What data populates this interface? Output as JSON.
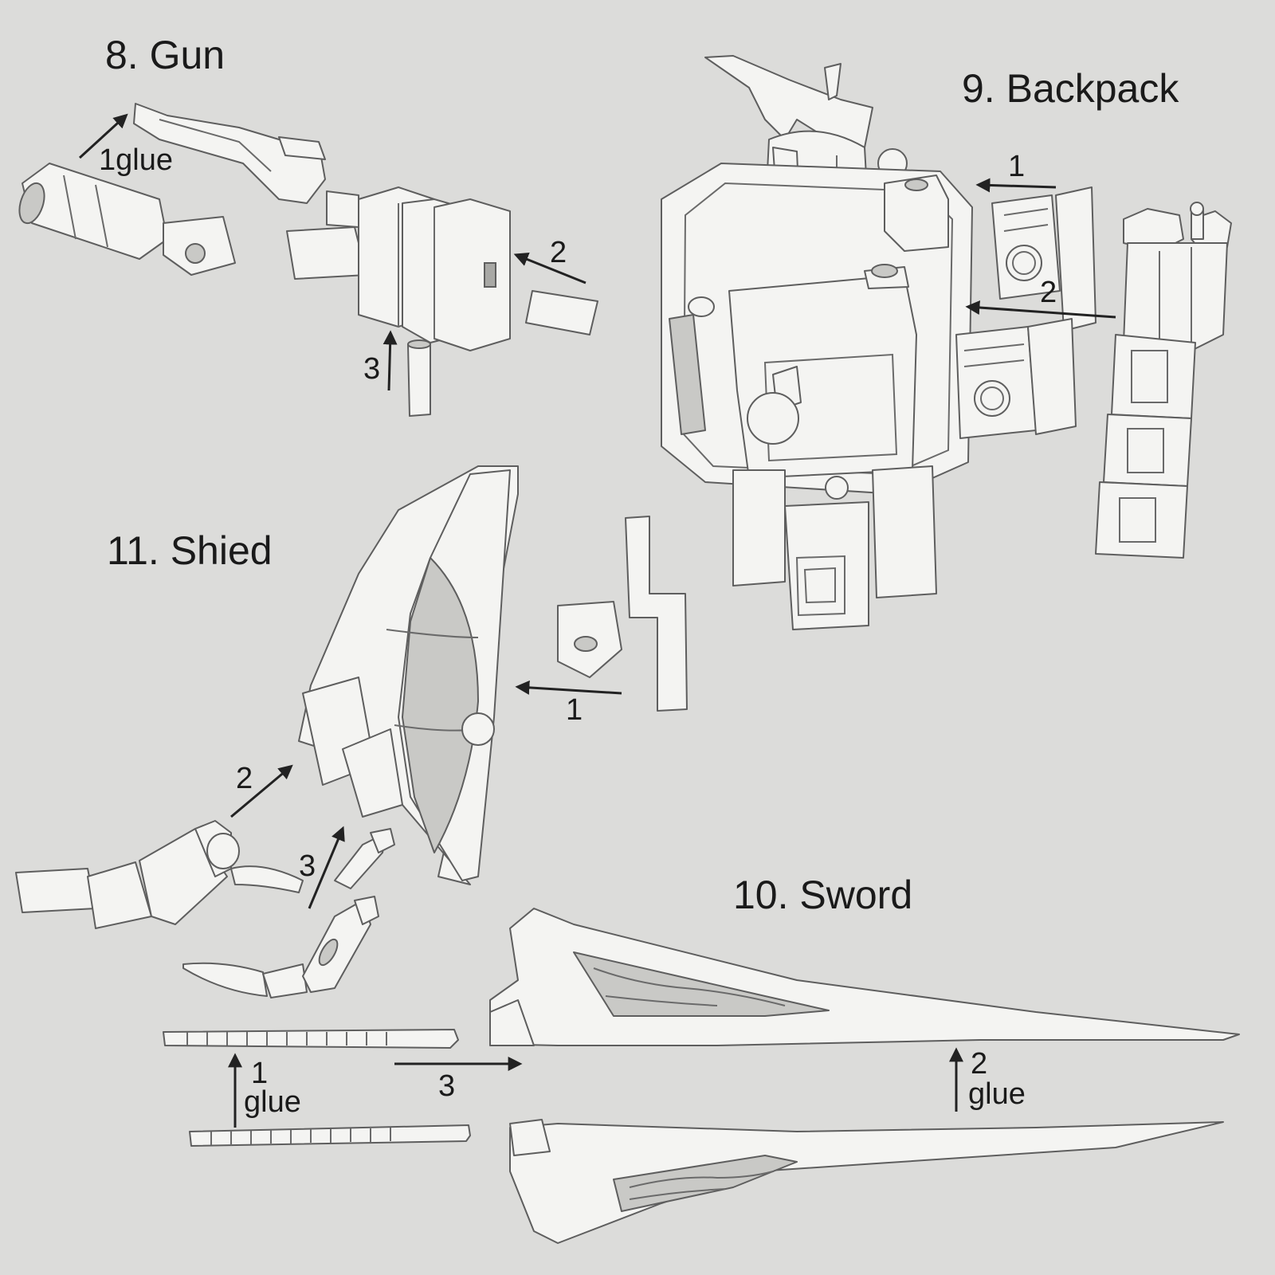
{
  "sections": {
    "gun": {
      "title": "8. Gun",
      "steps": {
        "s1": "1glue",
        "s2": "2",
        "s3": "3"
      }
    },
    "backpack": {
      "title": "9. Backpack",
      "steps": {
        "s1": "1",
        "s2": "2"
      }
    },
    "shield": {
      "title": "11. Shied",
      "steps": {
        "s1": "1",
        "s2": "2",
        "s3": "3"
      }
    },
    "sword": {
      "title": "10. Sword",
      "steps": {
        "s1_num": "1",
        "s1_glue": "glue",
        "s2_num": "2",
        "s2_glue": "glue",
        "s3": "3"
      }
    }
  },
  "colors": {
    "background": "#dcdcda",
    "part_fill": "#f4f4f2",
    "outline": "#5e5e5e",
    "arrow": "#222222",
    "text": "#1a1a1a"
  }
}
